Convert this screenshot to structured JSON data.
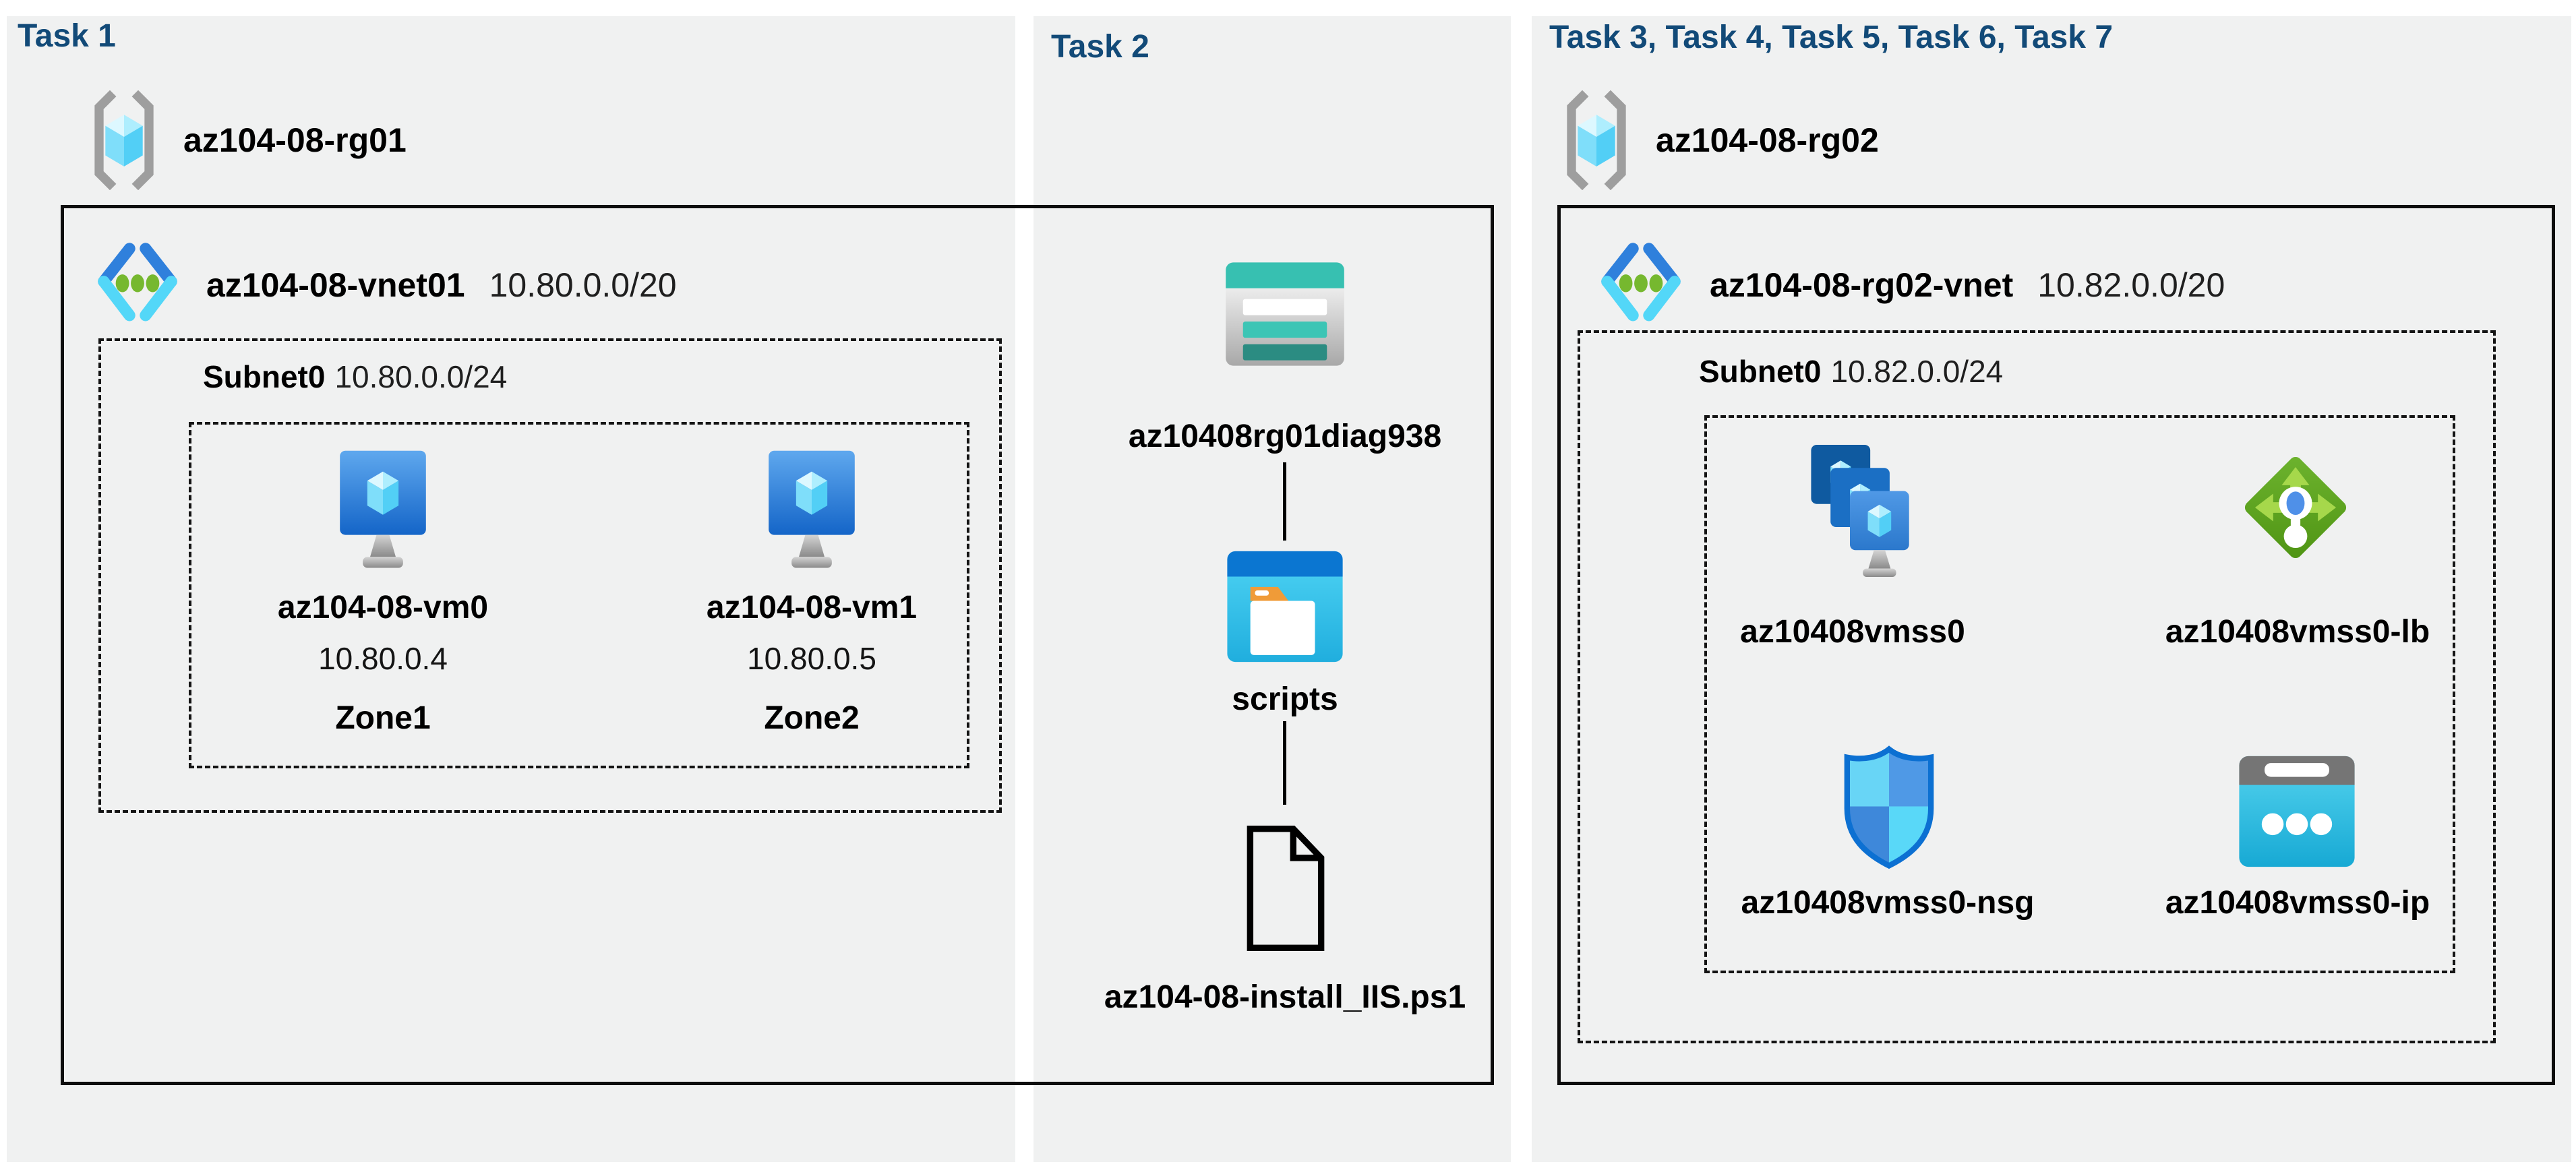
{
  "colors": {
    "title_blue": "#124a78",
    "panel_bg": "#f0f1f1",
    "storage_teal": "#37c0b1",
    "vm_screen_blue": "#2e7ccf",
    "lb_green": "#61a51e",
    "public_ip_cyan": "#35c3e5",
    "nsg_outline_blue": "#0c70d2",
    "vnet_dot_green": "#76b82f",
    "rg_bracket_gray": "#9e9e9e"
  },
  "panels": [
    {
      "title": "Task 1"
    },
    {
      "title": "Task 2"
    },
    {
      "title": "Task 3, Task 4, Task 5, Task 6, Task 7"
    }
  ],
  "rg1": {
    "name": "az104-08-rg01",
    "vnet": {
      "name": "az104-08-vnet01",
      "cidr": "10.80.0.0/20",
      "subnet": {
        "name": "Subnet0",
        "cidr": "10.80.0.0/24",
        "vms": [
          {
            "name": "az104-08-vm0",
            "ip": "10.80.0.4",
            "zone": "Zone1"
          },
          {
            "name": "az104-08-vm1",
            "ip": "10.80.0.5",
            "zone": "Zone2"
          }
        ]
      }
    },
    "storage": {
      "account": "az10408rg01diag938",
      "container": "scripts",
      "file": "az104-08-install_IIS.ps1"
    }
  },
  "rg2": {
    "name": "az104-08-rg02",
    "vnet": {
      "name": "az104-08-rg02-vnet",
      "cidr": "10.82.0.0/20",
      "subnet": {
        "name": "Subnet0",
        "cidr": "10.82.0.0/24",
        "resources": [
          {
            "name": "az10408vmss0",
            "type": "vm-scale-set"
          },
          {
            "name": "az10408vmss0-lb",
            "type": "load-balancer"
          },
          {
            "name": "az10408vmss0-nsg",
            "type": "network-security-group"
          },
          {
            "name": "az10408vmss0-ip",
            "type": "public-ip"
          }
        ]
      }
    }
  }
}
